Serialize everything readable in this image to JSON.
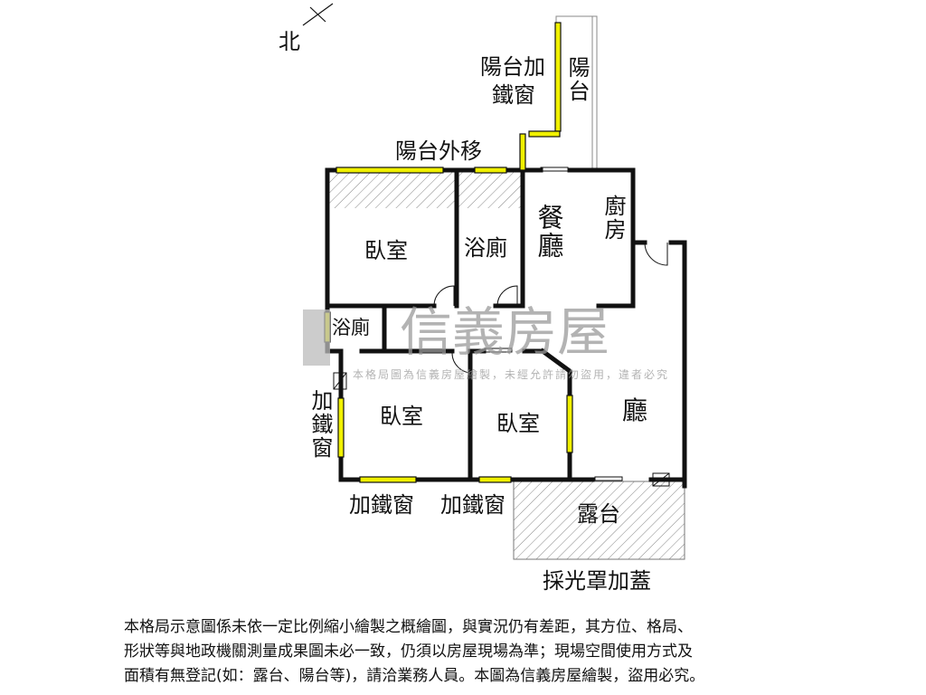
{
  "compass": {
    "label": "北"
  },
  "rooms": {
    "bedroom_master": "臥室",
    "bath_main": "浴廁",
    "dining": "餐廳",
    "kitchen": "廚房",
    "bath_small": "浴廁",
    "bedroom_2": "臥室",
    "bedroom_3": "臥室",
    "living": "廳",
    "terrace": "露台",
    "balcony": "陽台"
  },
  "annotations": {
    "balcony_moved": "陽台外移",
    "balcony_window_line1": "陽台加",
    "balcony_window_line2": "鐵窗",
    "left_window": "加鐵窗",
    "bottom_window_1": "加鐵窗",
    "bottom_window_2": "加鐵窗",
    "skylight": "採光罩加蓋"
  },
  "watermark": {
    "brand": "信義房屋",
    "notice": "本格局圖為信義房屋繪製，未經允許請勿盜用，違者必究"
  },
  "disclaimer": [
    "本格局示意圖係未依一定比例縮小繪製之概繪圖，與實況仍有差距，其方位、格局、",
    "形狀等與地政機關測量成果圖未必一致，仍須以房屋現場為準；現場空間使用方式及",
    "面積有無登記(如：露台、陽台等)，請洽業務人員。本圖為信義房屋繪製，盜用必究。"
  ],
  "colors": {
    "wall": "#111111",
    "window": "#f0f000",
    "watermark": "#9a9a9a"
  }
}
